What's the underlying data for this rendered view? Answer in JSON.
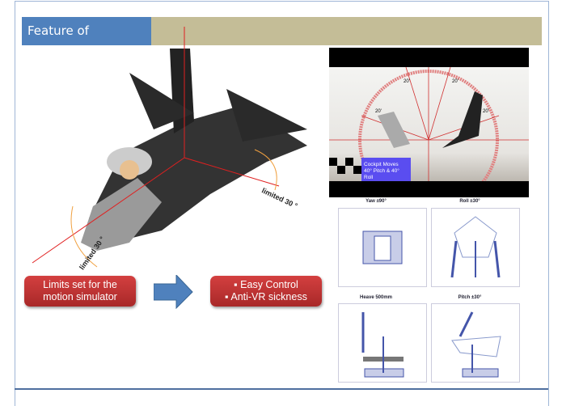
{
  "slide": {
    "title": "Feature of technology"
  },
  "jet_annotations": {
    "limit_right": "limited 30 °",
    "limit_left": "limited 30 °"
  },
  "boxes": {
    "limits": [
      "Limits set for the",
      "motion simulator"
    ],
    "benefits": [
      "Easy Control",
      "Anti-VR sickness"
    ]
  },
  "photo": {
    "caption_line1": "Cockpit Moves",
    "caption_line2": "40° Pitch & 40° Roll",
    "angle_labels": [
      "20'",
      "20'",
      "20'",
      "20'"
    ]
  },
  "diagrams": [
    {
      "label": "Yaw ±90°"
    },
    {
      "label": "Roll ±30°"
    },
    {
      "label": "Heave 500mm"
    },
    {
      "label": "Pitch ±30°"
    }
  ],
  "colors": {
    "title_bg": "#4f81bd",
    "title_bar": "#c4bd97",
    "box_red": "#c0392b",
    "arrow_blue": "#4f81bd",
    "axis_red": "#e02020"
  }
}
